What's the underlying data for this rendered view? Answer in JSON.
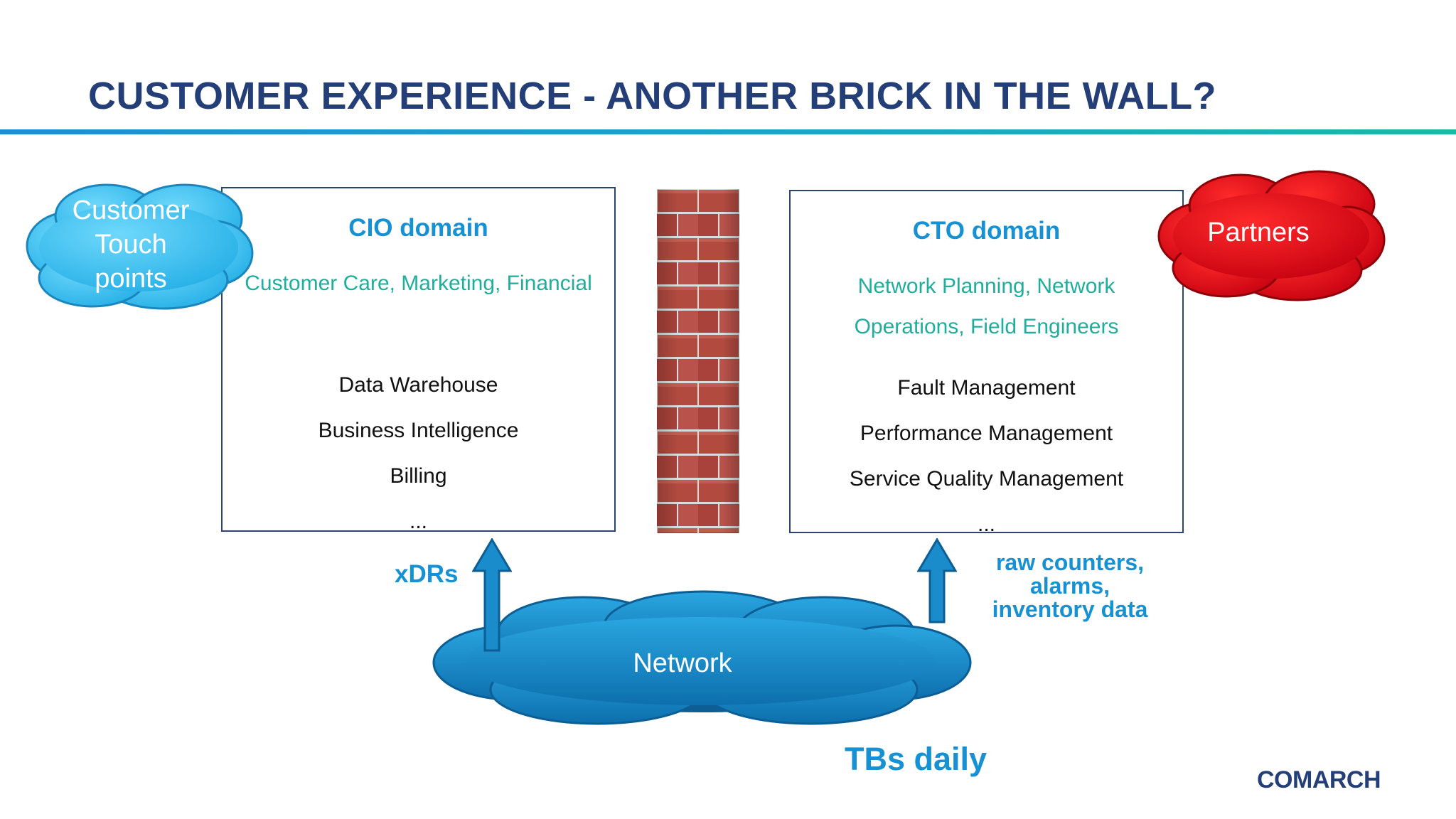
{
  "title": "CUSTOMER EXPERIENCE - ANOTHER BRICK IN THE WALL?",
  "cio": {
    "title": "CIO domain",
    "subtitle": "Customer Care, Marketing, Financial",
    "items": [
      "Data Warehouse",
      "Business Intelligence",
      "Billing",
      "..."
    ]
  },
  "cto": {
    "title": "CTO domain",
    "subtitle": "Network Planning, Network Operations, Field Engineers",
    "items": [
      "Fault Management",
      "Performance Management",
      "Service Quality Management",
      "..."
    ]
  },
  "clouds": {
    "touchpoints_lines": [
      "Customer",
      "Touch",
      "points"
    ],
    "partners": "Partners",
    "network": "Network"
  },
  "arrows": {
    "left_label": "xDRs",
    "right_label_lines": [
      "raw counters,",
      "alarms,",
      "inventory data"
    ]
  },
  "footer": {
    "volume": "TBs daily",
    "logo": "COMARCH"
  },
  "colors": {
    "title": "#243f78",
    "accent_blue": "#1591d4",
    "accent_teal": "#1fae9c",
    "cloud_light_blue": "#3ec6f2",
    "cloud_network": "#1a8ccc",
    "cloud_partners": "#d90010",
    "brick": "#b24a40"
  }
}
